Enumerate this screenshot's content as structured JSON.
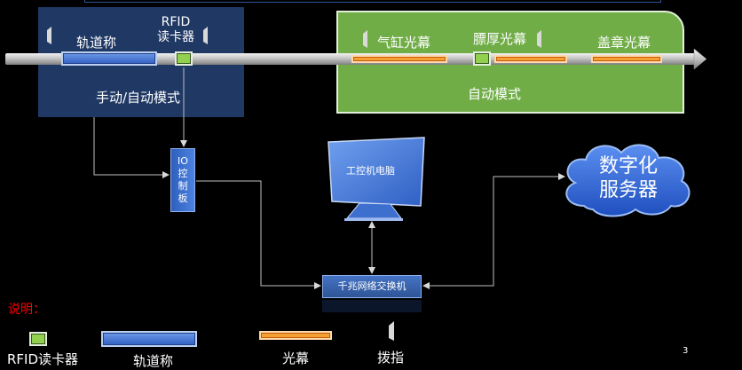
{
  "manual_zone": {
    "reader_label_line1": "RFID",
    "reader_label_line2": "读卡器",
    "scale_label": "轨道称",
    "mode_label": "手动/自动模式"
  },
  "auto_zone": {
    "cylinder_curtain_label": "气缸光幕",
    "thickness_curtain_label": "膘厚光幕",
    "stamp_curtain_label": "盖章光幕",
    "mode_label": "自动模式"
  },
  "io_board": {
    "label_chars": [
      "IO",
      "控",
      "制",
      "板"
    ]
  },
  "industrial_pc": {
    "label": "工控机电脑"
  },
  "network_switch": {
    "label": "千兆网络交换机"
  },
  "cloud_server": {
    "line1": "数字化",
    "line2": "服务器"
  },
  "legend": {
    "title": "说明：",
    "rfid_label": "RFID读卡器",
    "scale_label": "轨道称",
    "curtain_label": "光幕",
    "finger_label": "拨指"
  },
  "page_number": "3",
  "colors": {
    "manual_zone": "#1f3864",
    "auto_zone": "#70ad47",
    "rfid": "#92d050",
    "curtain": "#f4a032",
    "scale": "#4472c4",
    "legend_title": "#ff0000"
  }
}
